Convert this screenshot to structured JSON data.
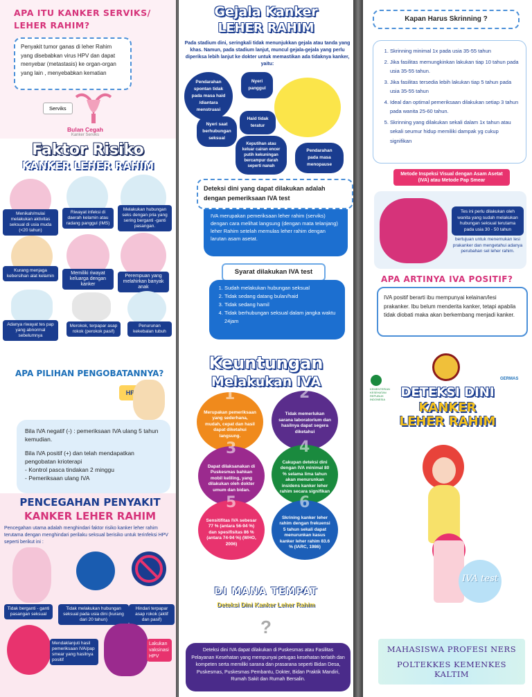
{
  "panel1": {
    "title_apa_itu": "APA ITU KANKER SERVIKS/ LEHER RAHIM?",
    "definition": "Penyakit tumor ganas di leher Rahim yang disebabkan virus HPV dan dapat menyebar (metastasis) ke organ-organ yang lain , menyebabkan kematian",
    "serviks_label": "Serviks",
    "logo_line1": "Bulan Cegah",
    "logo_line2": "Kanker Serviks",
    "faktor_title1": "Faktor Risiko",
    "faktor_title2": "KANKER LEHER RAHIM",
    "risk_items": [
      "Menikah/mulai melakukan aktivitas seksual di usia muda (<20 tahun)",
      "Riwayat infeksi di daerah kelamin atau radang panggul (IMS)",
      "Melakukan hubungan seks dengan pria yang sering berganti -ganti pasangan.",
      "Kurang menjaga kebersihan alat kelamin",
      "Memiliki riwayat keluarga dengan kanker",
      "Perempuan yang melahirkan banyak anak",
      "Adanya riwayat tes pap yang abnormal sebelumnya",
      "Merokok, terpapar asap rokok (perokok pasif)",
      "Penurunan kekebalan tubuh"
    ],
    "pengobatan_title": "APA PILIHAN PENGOBATANNYA?",
    "hpv_label": "HPV",
    "pengobatan_p1": "Bila IVA negatif (-) : pemeriksaan IVA ulang 5 tahun kemudian.",
    "pengobatan_p2_lines": [
      "Bila IVA positif (+) dan telah mendapatkan pengobatan krioterapi",
      "- Kontrol pasca tindakan 2 minggu",
      "- Pemeriksaan ulang IVA"
    ],
    "pencegahan_title1": "PENCEGAHAN PENYAKIT",
    "pencegahan_title2": "KANKER LEHER RAHIM",
    "pencegahan_text": "Pencegahan utama adalah menghindari faktor risiko kanker leher rahim terutama dengan menghindari perilaku seksual berisiko untuk terinfeksi HPV seperti berikut ini :",
    "pencegahan_items": [
      "Tidak berganti - ganti pasangan seksual",
      "Tidak melakukan hubungan seksual pada usia dini (kurang dari 20 tahun)",
      "Hindari terpapar asap rokok (aktif dan pasif)",
      "Mendaklanjuti hasil pemeriksaan IVA/pap smear yang hasilnya positif",
      "Lakukan vaksinasi HPV"
    ]
  },
  "panel2": {
    "gejala_title1": "Gejala Kanker",
    "gejala_title2": "LEHER RAHIM",
    "gejala_intro": "Pada stadium dini, seringkali tidak menunjukkan gejala atau tanda yang khas. Namun, pada stadium lanjut, muncul gejala-gejala yang perlu diperiksa lebih lanjut ke dokter untuk memastikan ada tidaknya kanker, yaitu:",
    "gejala_items": [
      "Pendarahan spontan tidak pada masa haid /diantara menstruasi",
      "Nyeri panggul",
      "Haid tidak teratur",
      "Nyeri saat berhubungan seksual",
      "Keputihan atau keluar cairan encer putih kekuningan bercampur darah seperti nanah",
      "Pendarahan pada masa menopause"
    ],
    "deteksi_heading": "Deteksi dini yang dapat dilakukan adalah dengan pemeriksaan IVA test",
    "iva_desc": "IVA merupakan pemeriksaan leher rahim (serviks) dengan cara melihat langsung (dengan mata telanjang) leher Rahim setelah memulas leher rahim dengan larutan asam asetat.",
    "syarat_heading": "Syarat dilakukan IVA test",
    "syarat_items": [
      "Sudah melakukan hubungan seksual",
      "Tidak sedang datang bulan/haid",
      "Tidak sedang hamil",
      "Tidak berhubungan seksual dalam jangka waktu 24jam"
    ],
    "keuntungan_title1": "Keuntungan",
    "keuntungan_title2": "Melakukan IVA",
    "keuntungan_items": [
      {
        "num": "1",
        "text": "Merupakan pemeriksaan yang sederhana, mudah, cepat dan hasil dapat diketahui langsung.",
        "color": "#f08a1c"
      },
      {
        "num": "2",
        "text": "Tidak memerlukan sarana laboratorium dan hasilnya dapat segera diketahui",
        "color": "#5a2d8c"
      },
      {
        "num": "3",
        "text": "Dapat dilaksanakan di Puskesmas bahkan mobil keliling, yang dilakukan oleh dokter umum dan bidan.",
        "color": "#9b2a8e"
      },
      {
        "num": "4",
        "text": "Cakupan deteksi dini dengan IVA minimal 80 % selama lima tahun akan menurunkan insidens kanker leher rahim secara signifikan",
        "color": "#1a8a3e"
      },
      {
        "num": "5",
        "text": "Sensitifitas IVA sebesar 77 % (antara 56-94 %) dan spesifisitas 86 % (antara 74-94 %) (WHO, 2006)",
        "color": "#e8336e"
      },
      {
        "num": "6",
        "text": "Skrining kanker leher rahim dengan frekuensi 5 tahun sekali dapat menurunkan kasus kanker leher rahim 83.6 % (IARC, 1986)",
        "color": "#1c5fb8"
      }
    ],
    "dimana_title1": "DI MANA TEMPAT",
    "dimana_title2": "Deteksi Dini Kanker Leher Rahim",
    "question_mark": "?",
    "dimana_text": "Deteksi dini IVA dapat dilakukan di Puskesmas atau Fasilitas Pelayanan Kesehatan yang mempunyai petugas kesehatan terlatih dan kompeten serta memiliki sarana dan prasarana seperti Bidan Desa, Puskesmas, Puskesmas Pembantu, Dokter, Bidan Praktik Mandiri, Rumah Sakit dan Rumah Bersalin."
  },
  "panel3": {
    "skrining_title": "Kapan Harus Skrinning ?",
    "skrining_items": [
      "Skrinning minimal 1x pada usia 35-55 tahun",
      "Jika fasilitas memungkinkan lakukan tiap 10 tahun pada usia 35-55 tahun.",
      "Jika fasilitas tersedia lebih lakukan tiap 5 tahun pada usia 35-55 tahun",
      "Ideal dan optimal pemeriksaan dilakukan setiap 3 tahun pada wanita 25-60 tahun.",
      "Skrinning yang dilakukan sekali dalam 1x tahun atau sekali seumur hidup memiliki dampak yg cukup signifikan"
    ],
    "metode_label": "Metode Inspeksi Visual dengan Asam Asetat (IVA) atau Metode Pap Smear",
    "metode_text1": "Tes ini perlu dilakukan oleh wanita yang sudah melakukan hubungan seksual terutama pada usia 30 - 50 tahun",
    "metode_text2": "bertujuan untuk menemukan lesi prakanker dan mengetahui adanya perubahan sel leher rahim.",
    "positif_title": "APA ARTINYA IVA POSITIF?",
    "positif_text": "IVA positif berarti ibu mempunyai kelainan/lesi prakanker. Ibu belum menderita kanker, tetapi apabila tidak diobati maka akan berkembang menjadi kanker.",
    "logo_left": "KEMENTERIAN KESEHATAN REPUBLIK INDONESIA",
    "logo_right": "GERMAS",
    "deteksi_title1": "DETEKSI DINI",
    "deteksi_title2": "KANKER",
    "deteksi_title3": "LEHER RAHIM",
    "iva_test_label": "IVA test",
    "footer_line1": "MAHASISWA PROFESI NERS",
    "footer_line2": "POLTEKKES KEMENKES KALTIM"
  }
}
